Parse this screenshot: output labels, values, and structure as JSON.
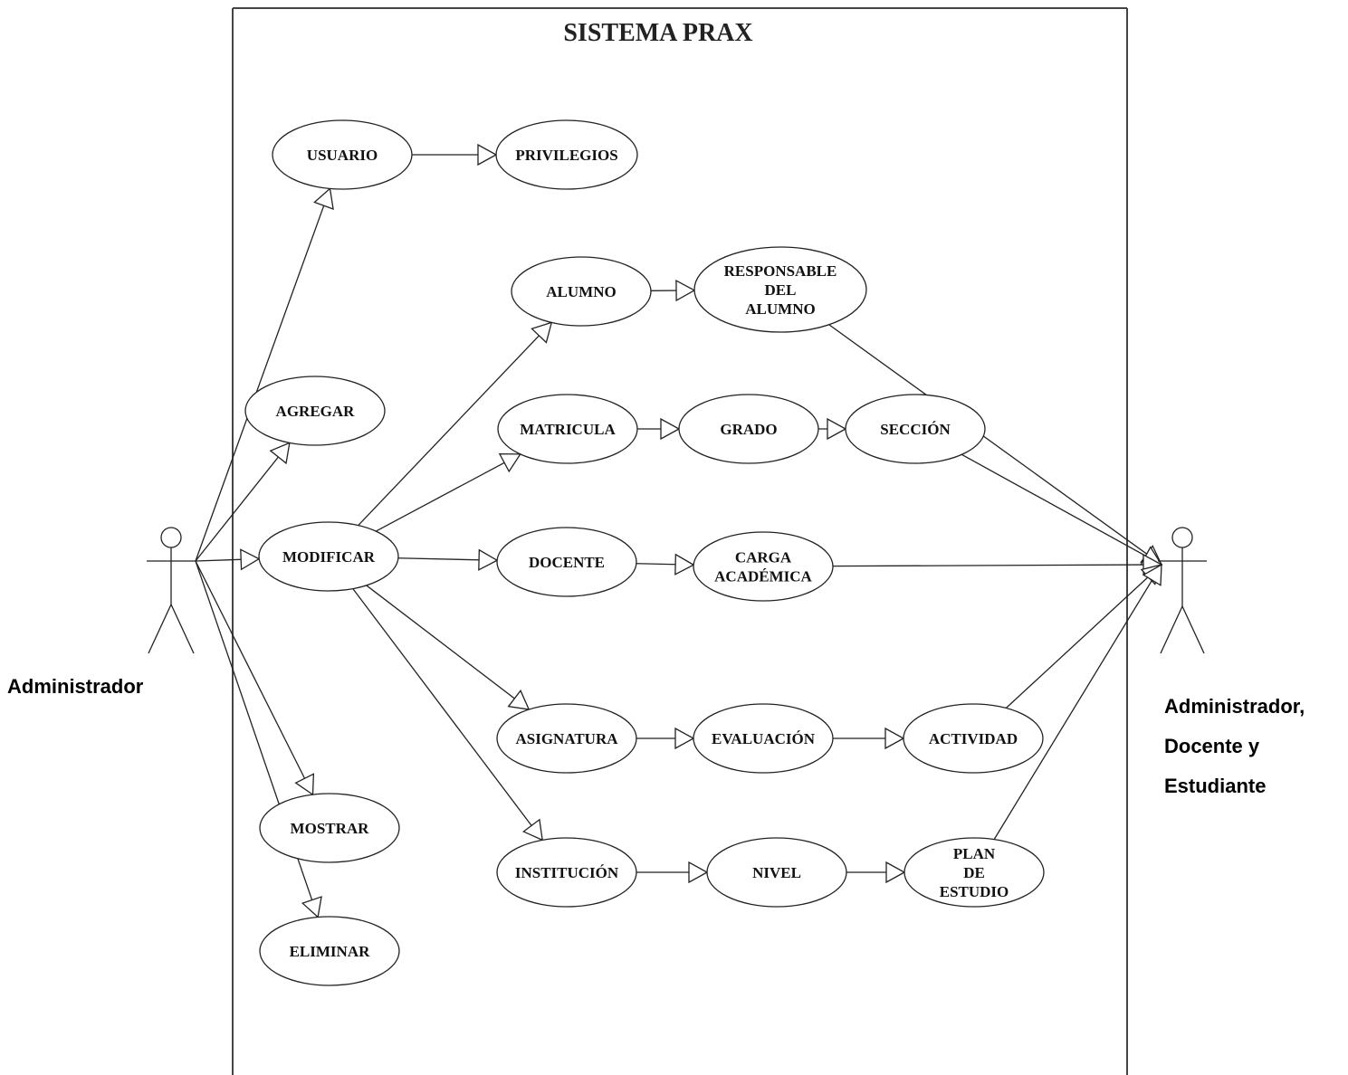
{
  "system": {
    "title": "SISTEMA PRAX"
  },
  "actors": {
    "admin": {
      "label": "Administrador"
    },
    "users": {
      "lines": [
        "Administrador,",
        "Docente y",
        "Estudiante"
      ]
    }
  },
  "use_cases": {
    "usuario": [
      "USUARIO"
    ],
    "privilegios": [
      "PRIVILEGIOS"
    ],
    "agregar": [
      "AGREGAR"
    ],
    "modificar": [
      "MODIFICAR"
    ],
    "mostrar": [
      "MOSTRAR"
    ],
    "eliminar": [
      "ELIMINAR"
    ],
    "alumno": [
      "ALUMNO"
    ],
    "responsable": [
      "RESPONSABLE",
      "DEL",
      "ALUMNO"
    ],
    "matricula": [
      "MATRICULA"
    ],
    "grado": [
      "GRADO"
    ],
    "seccion": [
      "SECCIÓN"
    ],
    "docente": [
      "DOCENTE"
    ],
    "carga": [
      "CARGA",
      "ACADÉMICA"
    ],
    "asignatura": [
      "ASIGNATURA"
    ],
    "evaluacion": [
      "EVALUACIÓN"
    ],
    "actividad": [
      "ACTIVIDAD"
    ],
    "institucion": [
      "INSTITUCIÓN"
    ],
    "nivel": [
      "NIVEL"
    ],
    "plan": [
      "PLAN",
      "DE",
      "ESTUDIO"
    ]
  },
  "relations": [
    [
      "admin",
      "usuario"
    ],
    [
      "admin",
      "agregar"
    ],
    [
      "admin",
      "modificar"
    ],
    [
      "admin",
      "mostrar"
    ],
    [
      "admin",
      "eliminar"
    ],
    [
      "usuario",
      "privilegios"
    ],
    [
      "modificar",
      "alumno"
    ],
    [
      "modificar",
      "matricula"
    ],
    [
      "modificar",
      "docente"
    ],
    [
      "modificar",
      "asignatura"
    ],
    [
      "modificar",
      "institucion"
    ],
    [
      "alumno",
      "responsable"
    ],
    [
      "matricula",
      "grado"
    ],
    [
      "grado",
      "seccion"
    ],
    [
      "docente",
      "carga"
    ],
    [
      "asignatura",
      "evaluacion"
    ],
    [
      "evaluacion",
      "actividad"
    ],
    [
      "institucion",
      "nivel"
    ],
    [
      "nivel",
      "plan"
    ],
    [
      "responsable",
      "users"
    ],
    [
      "seccion",
      "users"
    ],
    [
      "carga",
      "users"
    ],
    [
      "actividad",
      "users"
    ],
    [
      "plan",
      "users"
    ]
  ]
}
